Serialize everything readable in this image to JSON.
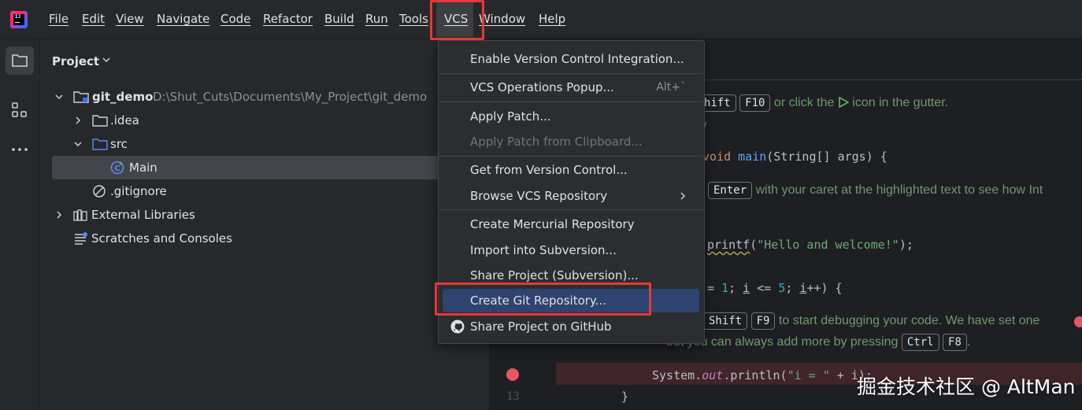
{
  "menubar": {
    "items": [
      "File",
      "Edit",
      "View",
      "Navigate",
      "Code",
      "Refactor",
      "Build",
      "Run",
      "Tools",
      "VCS",
      "Window",
      "Help"
    ]
  },
  "project_panel": {
    "title": "Project",
    "tree": [
      {
        "label": "git_demo",
        "path": "D:\\Shut_Cuts\\Documents\\My_Project\\git_demo"
      },
      {
        "label": ".idea"
      },
      {
        "label": "src"
      },
      {
        "label": "Main"
      },
      {
        "label": ".gitignore"
      },
      {
        "label": "External Libraries"
      },
      {
        "label": "Scratches and Consoles"
      }
    ]
  },
  "vcs_menu": {
    "items": [
      {
        "label": "Enable Version Control Integration..."
      },
      {
        "label": "VCS Operations Popup...",
        "shortcut": "Alt+`"
      },
      {
        "label": "Apply Patch..."
      },
      {
        "label": "Apply Patch from Clipboard..."
      },
      {
        "label": "Get from Version Control..."
      },
      {
        "label": "Browse VCS Repository"
      },
      {
        "label": "Create Mercurial Repository"
      },
      {
        "label": "Import into Subversion..."
      },
      {
        "label": "Share Project (Subversion)..."
      },
      {
        "label": "Create Git Repository..."
      },
      {
        "label": "Share Project on GitHub"
      }
    ]
  },
  "editor": {
    "hint1": {
      "kbd1": "hift",
      "kbd2": "F10",
      "text": "or click the",
      "text2": "icon in the gutter."
    },
    "main_sig": {
      "kw": "void",
      "fn": "main",
      "rest": "(String[] args) {"
    },
    "hint2": {
      "kbd": "Enter",
      "text": "with your caret at the highlighted text to see how Int"
    },
    "printf": {
      "fn": "printf",
      "open": "(",
      "str": "\"Hello and welcome!\"",
      "close": ");"
    },
    "for_line": {
      "p1": "= ",
      "n1": "1",
      "p2": "; ",
      "v1": "i",
      "p3": " <= ",
      "n2": "5",
      "p4": "; ",
      "v2": "i",
      "p5": "++) {"
    },
    "hint3": {
      "kbd1": "Shift",
      "kbd2": "F9",
      "text": "to start debugging your code. We have set one"
    },
    "hint4": {
      "text": "but you can always add more by pressing",
      "kbd1": "Ctrl",
      "kbd2": "F8",
      "end": "."
    },
    "println": {
      "p1": "System.",
      "it": "out",
      "p2": ".println(",
      "str": "\"i = \"",
      "p3": " + i);"
    },
    "close_brace": "}",
    "line_13": "13"
  },
  "watermark": "掘金技术社区 @ AltMan",
  "colors": {
    "highlight_box": "#e53935",
    "selection": "#2e436e",
    "accent": "#3574f0"
  }
}
